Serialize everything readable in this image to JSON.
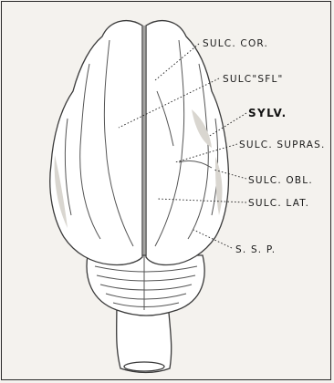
{
  "figure": {
    "labels": {
      "sulc_cor": "SULC. COR.",
      "sulc_sfl": "SULC\"SFL\"",
      "sylv": "SYLV.",
      "sulc_supras": "SULC. SUPRAS.",
      "sulc_obl": "SULC. OBL.",
      "sulc_lat": "SULC. LAT.",
      "ssp": "S. S. P."
    }
  },
  "colors": {
    "background": "#f4f2ee",
    "outline": "#3a3a3a",
    "shading": "#d9d6d0",
    "text": "#1a1a1a"
  }
}
